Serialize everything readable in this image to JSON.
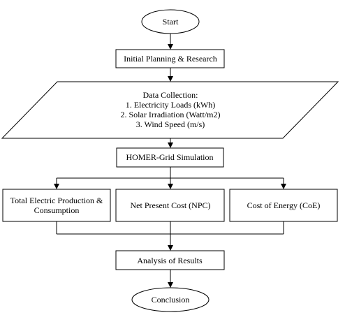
{
  "diagram": {
    "start": "Start",
    "planning": "Initial Planning & Research",
    "data_collection": {
      "title": "Data Collection:",
      "items": [
        "1.  Electricity Loads (kWh)",
        "2.  Solar Irradiation (Watt/m2)",
        "3.   Wind Speed (m/s)"
      ]
    },
    "simulation": "HOMER-Grid Simulation",
    "outputs": {
      "production_line1": "Total Electric Production &",
      "production_line2": "Consumption",
      "npc": "Net Present Cost (NPC)",
      "coe": "Cost of Energy (CoE)"
    },
    "analysis": "Analysis of Results",
    "conclusion": "Conclusion"
  }
}
